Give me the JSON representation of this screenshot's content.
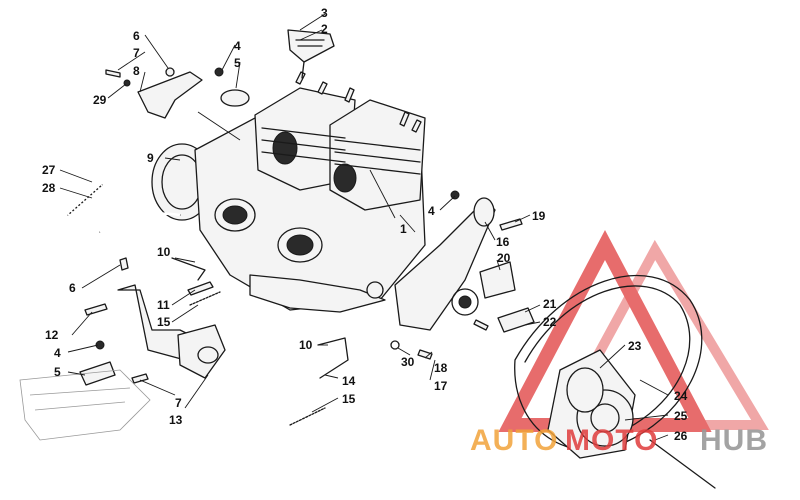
{
  "callouts": {
    "c1": "1",
    "c2": "2",
    "c3": "3",
    "c4a": "4",
    "c4b": "4",
    "c4c": "4",
    "c5a": "5",
    "c5b": "5",
    "c6a": "6",
    "c6b": "6",
    "c7a": "7",
    "c7b": "7",
    "c8": "8",
    "c9": "9",
    "c10a": "10",
    "c10b": "10",
    "c11": "11",
    "c12": "12",
    "c13": "13",
    "c14": "14",
    "c15a": "15",
    "c15b": "15",
    "c16": "16",
    "c17": "17",
    "c18": "18",
    "c19": "19",
    "c20": "20",
    "c21": "21",
    "c22": "22",
    "c23": "23",
    "c24": "24",
    "c25": "25",
    "c26": "26",
    "c27": "27",
    "c28": "28",
    "c29": "29",
    "c30": "30"
  },
  "watermark": {
    "text_auto": "AUTO",
    "text_moto": "MOTO",
    "text_hub": "HUB",
    "color_red": "#e03c3c",
    "color_orange": "#f2a33a",
    "color_gray": "#9a9a9a"
  }
}
